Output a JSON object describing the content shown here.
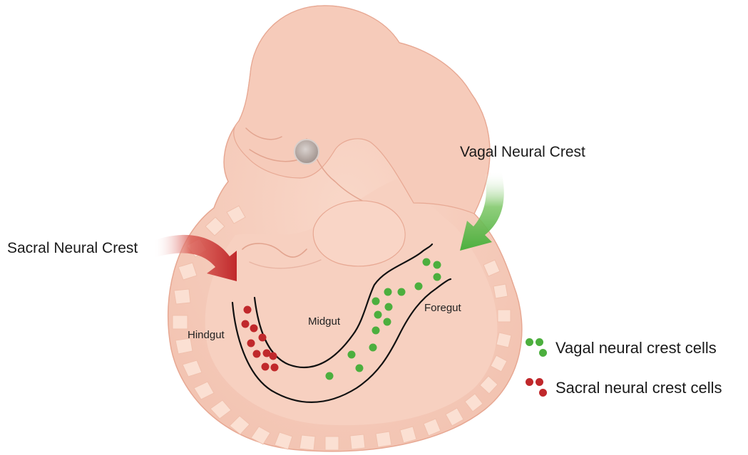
{
  "labels": {
    "sacral_neural_crest": "Sacral Neural Crest",
    "vagal_neural_crest": "Vagal Neural Crest",
    "hindgut": "Hindgut",
    "midgut": "Midgut",
    "foregut": "Foregut"
  },
  "legend": {
    "vagal": "Vagal neural crest cells",
    "sacral": "Sacral neural crest cells"
  },
  "colors": {
    "embryo_fill": "#f6cdbd",
    "embryo_shade": "#eebba8",
    "embryo_outline": "#e7a893",
    "somite": "#fbe0d3",
    "eye": "#b6aaa5",
    "gut_line": "#111111",
    "vagal": "#4caf3e",
    "sacral": "#c0282b",
    "vagal_arrow": "#5ab544",
    "sacral_arrow": "#c83a33"
  }
}
